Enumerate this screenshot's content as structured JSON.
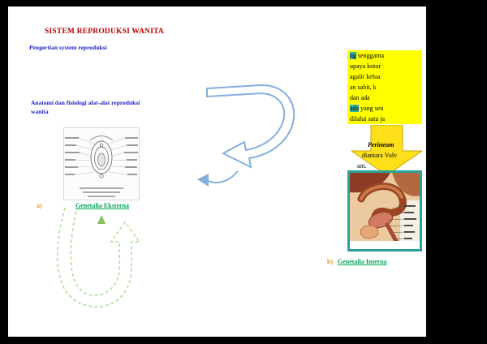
{
  "document": {
    "title": "SISTEM REPRODUKSI WANITA",
    "intro_heading": "Pengertian system reproduksi",
    "anatomy_heading_line1": "Anatomi dan fisiologi alat-alat reproduksi",
    "anatomy_heading_line2": "wanita",
    "section_a": {
      "bullet": "a)",
      "label": "Genetalia Eksterna"
    },
    "section_b": {
      "bullet": "b)",
      "label": "Genetalia Interna"
    }
  },
  "yellow_block": {
    "lines": [
      {
        "pre": "ng",
        "rest": " senggama"
      },
      {
        "pre": "",
        "rest": "upaya kotor"
      },
      {
        "pre": "",
        "rest": "agalir kelua"
      },
      {
        "pre": "",
        "rest": "an sabit, k"
      },
      {
        "pre": "",
        "rest": " dan ada"
      },
      {
        "pre": "ada",
        "rest": " yang seu"
      },
      {
        "pre": "",
        "rest": "dilalui satu ja"
      }
    ],
    "overlay_lines": {
      "perineum": "Perineum",
      "diantara": "diantara Vulv",
      "am": "am."
    }
  },
  "icons": {
    "swirl_arrow": "curved-ribbon-arrow",
    "down_arrow": "block-down-arrow",
    "dashed_loop": "dashed-u-turn-arrow"
  },
  "colors": {
    "background_black": "#000000",
    "page_white": "#ffffff",
    "title_red": "#c00000",
    "heading_blue": "#2222c2",
    "label_green": "#00a651",
    "bullet_orange": "#e8962e",
    "highlight_yellow": "#ffff00",
    "teal_highlight": "#35b0a0",
    "image_border_teal": "#2aa198",
    "arrow_blue": "#85aede",
    "dashed_green": "#b5e3a5",
    "down_arrow_yellow": "#ffe01a"
  }
}
